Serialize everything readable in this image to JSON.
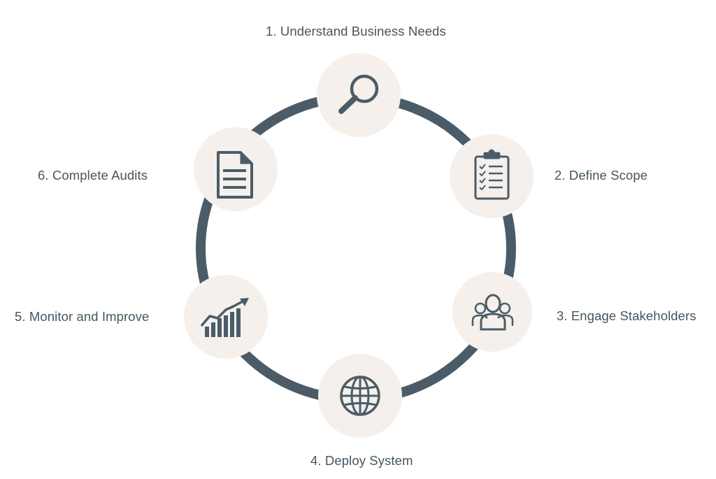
{
  "diagram": {
    "colors": {
      "ring": "#4b5c68",
      "node_fill": "#f5f0eb",
      "icon": "#4b5c68",
      "text": "#46555f"
    },
    "steps": [
      {
        "label": "1.   Understand Business Needs",
        "icon": "magnifying-glass-icon"
      },
      {
        "label": "2. Define Scope",
        "icon": "clipboard-checklist-icon"
      },
      {
        "label": "3. Engage Stakeholders",
        "icon": "people-group-icon"
      },
      {
        "label": "4. Deploy System",
        "icon": "globe-icon"
      },
      {
        "label": "5. Monitor and Improve",
        "icon": "rising-bar-chart-icon"
      },
      {
        "label": "6. Complete Audits",
        "icon": "document-icon"
      }
    ]
  }
}
